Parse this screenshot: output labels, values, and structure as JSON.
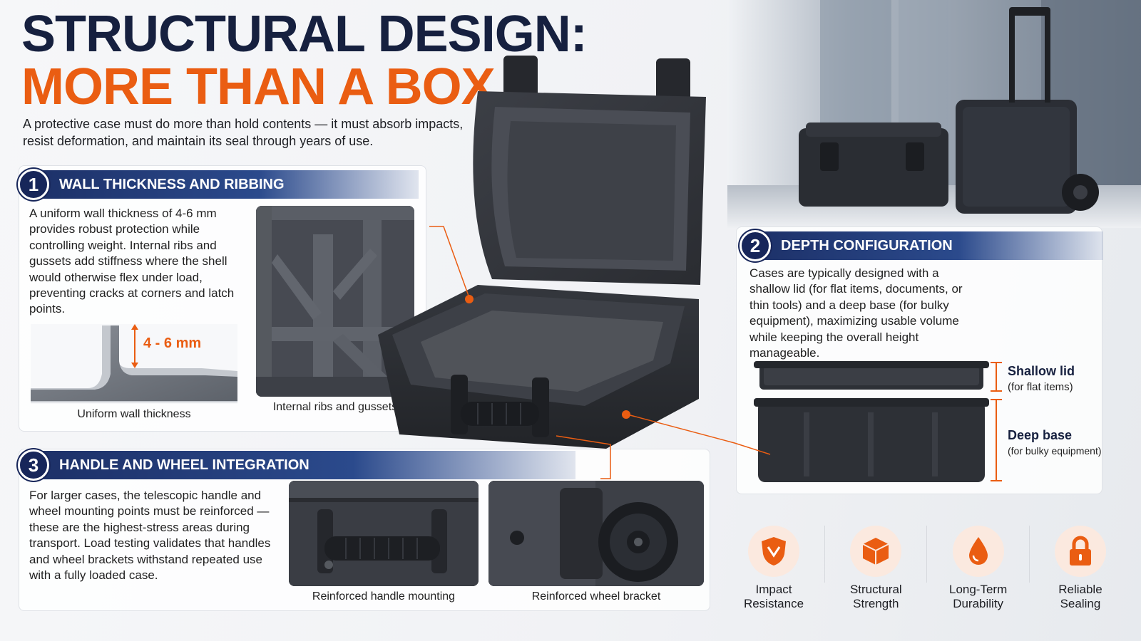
{
  "header": {
    "title_line1": "STRUCTURAL DESIGN:",
    "title_line2": "MORE THAN A BOX",
    "intro": "A protective case must do more than hold contents — it must absorb impacts, resist deformation, and maintain its seal through years of use."
  },
  "sections": [
    {
      "number": "1",
      "title": "WALL THICKNESS AND RIBBING",
      "body": "A uniform wall thickness of 4-6 mm provides robust protection while controlling weight. Internal ribs and gussets add stiffness where the shell would otherwise flex under load, preventing cracks at corners and latch points.",
      "dimension_label": "4 - 6 mm",
      "caption_wall": "Uniform wall thickness",
      "caption_ribs": "Internal ribs and gussets"
    },
    {
      "number": "2",
      "title": "DEPTH CONFIGURATION",
      "body": "Cases are typically designed with a shallow lid (for flat items, documents, or thin tools) and a deep base (for bulky equipment), maximizing usable volume while keeping the overall height manageable.",
      "lid_label": "Shallow lid",
      "lid_sub": "(for flat items)",
      "base_label": "Deep base",
      "base_sub": "(for bulky equipment)"
    },
    {
      "number": "3",
      "title": "HANDLE AND WHEEL INTEGRATION",
      "body": "For larger cases, the telescopic handle and wheel mounting points must be reinforced — these are the highest-stress areas during transport. Load testing validates that handles and wheel brackets withstand repeated use with a fully loaded case.",
      "caption_handle": "Reinforced handle mounting",
      "caption_wheel": "Reinforced wheel bracket"
    }
  ],
  "features": [
    {
      "icon": "shield-icon",
      "line1": "Impact",
      "line2": "Resistance"
    },
    {
      "icon": "cube-icon",
      "line1": "Structural",
      "line2": "Strength"
    },
    {
      "icon": "drop-icon",
      "line1": "Long-Term",
      "line2": "Durability"
    },
    {
      "icon": "lock-icon",
      "line1": "Reliable",
      "line2": "Sealing"
    }
  ],
  "colors": {
    "navy": "#16203f",
    "orange": "#ea5d12",
    "accent_bg": "#fbe9df"
  }
}
